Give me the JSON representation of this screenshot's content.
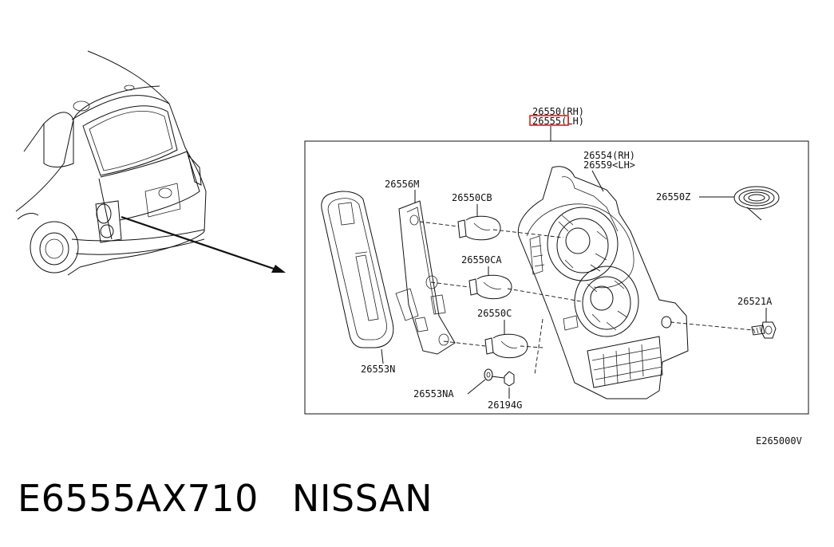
{
  "diagram": {
    "assembly_rh": "26550(RH)",
    "assembly_lh": "26555(LH)",
    "highlight_color": "#e01e1e",
    "parts": {
      "body_rh": "26554(RH)",
      "body_lh": "26559<LH>",
      "sealant": "26550Z",
      "socket": "26556M",
      "bulb_cb": "26550CB",
      "bulb_ca": "26550CA",
      "bulb_c": "26550C",
      "bolt": "26521A",
      "gasket": "26553N",
      "washer": "26553NA",
      "nut": "26194G"
    },
    "figure_code": "E265000V"
  },
  "footer": {
    "part_number": "E6555AX710",
    "brand": "NISSAN"
  }
}
